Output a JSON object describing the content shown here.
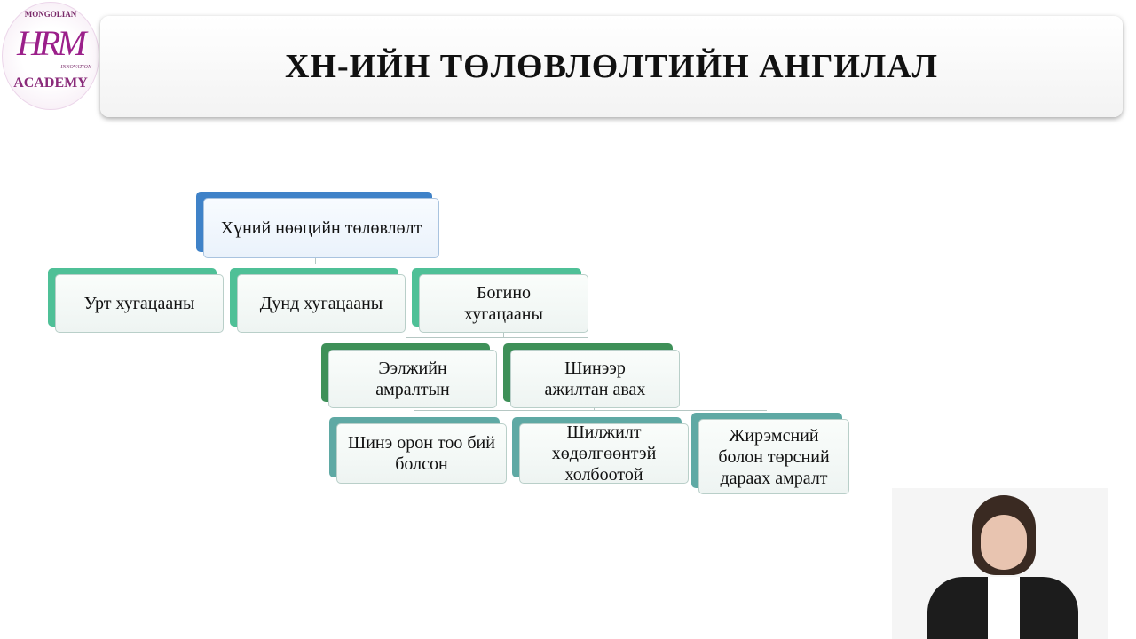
{
  "logo": {
    "top": "MONGOLIAN",
    "mark": "HRM",
    "sub": "INNOVATION",
    "bottom": "ACADEMY"
  },
  "title": "ХН-ИЙН ТӨЛӨВЛӨЛТИЙН АНГИЛАЛ",
  "colors": {
    "root": "#3f82c8",
    "level1": "#4fc097",
    "level2": "#3e9058",
    "level3": "#5fa9a4"
  },
  "diagram": {
    "root": "Хүний нөөцийн төлөвлөлт",
    "level1": [
      "Урт хугацааны",
      "Дунд хугацааны",
      "Богино хугацааны"
    ],
    "level2": [
      "Ээлжийн амралтын",
      "Шинээр ажилтан авах"
    ],
    "level3": [
      "Шинэ орон тоо бий болсон",
      "Шилжилт хөдөлгөөнтэй холбоотой",
      "Жирэмсний болон төрсний дараах амралт"
    ]
  }
}
